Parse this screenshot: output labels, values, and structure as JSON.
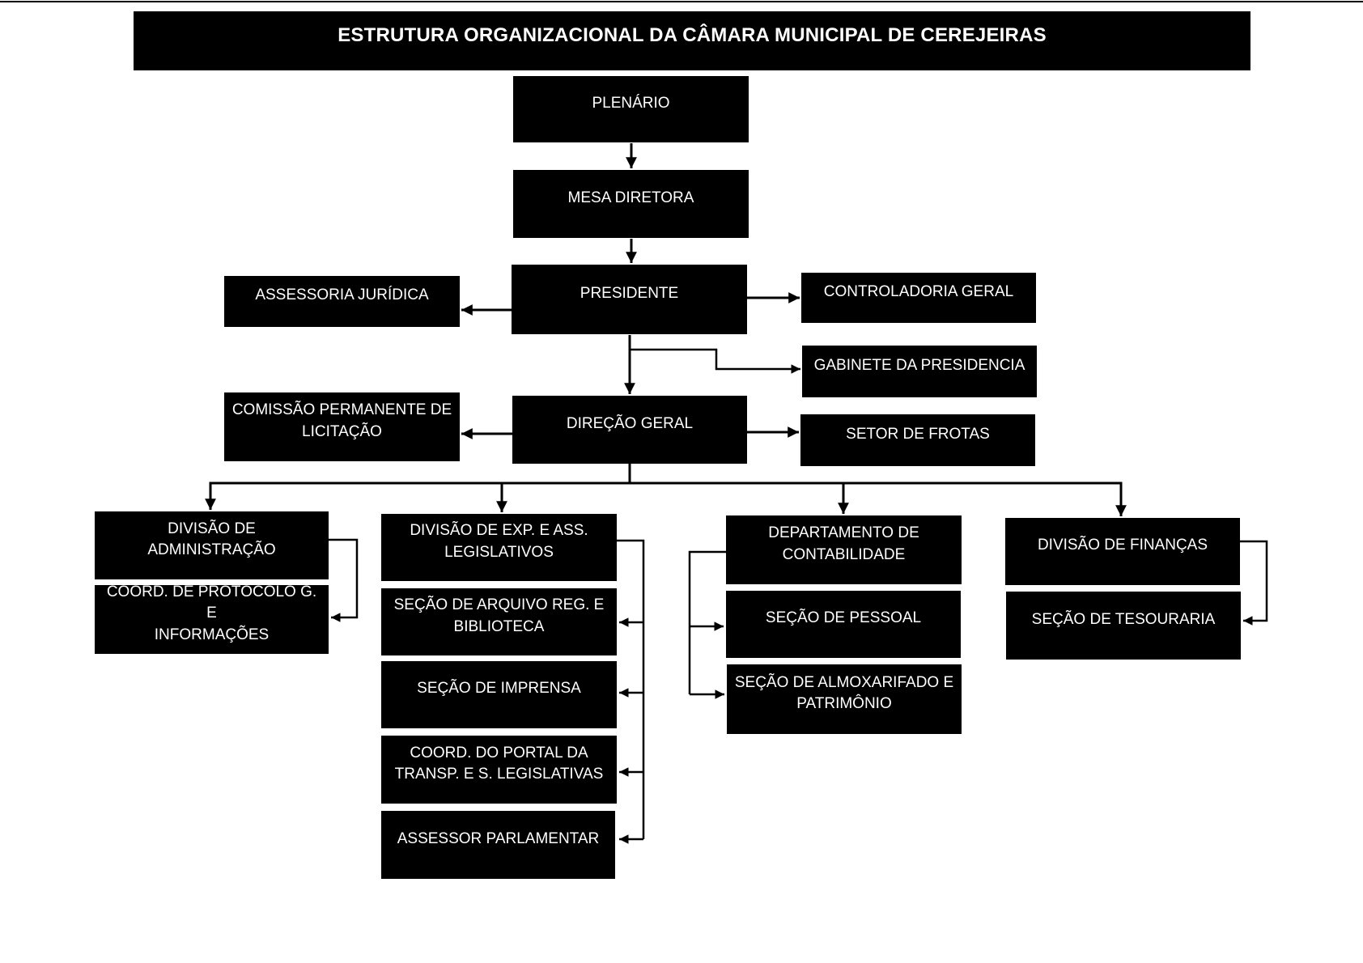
{
  "title": {
    "text": "ESTRUTURA ORGANIZACIONAL DA CÂMARA MUNICIPAL DE CEREJEIRAS"
  },
  "colors": {
    "node_background": "#000000",
    "node_text": "#ffffff",
    "connector": "#000000",
    "page_background": "#ffffff"
  },
  "nodes": {
    "plenario": {
      "label": "PLENÁRIO"
    },
    "mesa_diretora": {
      "label": "MESA DIRETORA"
    },
    "presidente": {
      "label": "PRESIDENTE"
    },
    "assessoria_juridica": {
      "label": "ASSESSORIA JURÍDICA"
    },
    "controladoria_geral": {
      "label": "CONTROLADORIA GERAL"
    },
    "gabinete_presidencia": {
      "label": "GABINETE DA PRESIDENCIA"
    },
    "comissao_licitacao": {
      "label": "COMISSÃO PERMANENTE DE\nLICITAÇÃO"
    },
    "direcao_geral": {
      "label": "DIREÇÃO GERAL"
    },
    "setor_frotas": {
      "label": "SETOR DE FROTAS"
    },
    "divisao_administracao": {
      "label": "DIVISÃO DE\nADMINISTRAÇÃO"
    },
    "coord_protocolo": {
      "label": "COORD. DE PROTOCOLO G. E\nINFORMAÇÕES"
    },
    "divisao_exp_ass_legislativos": {
      "label": "DIVISÃO DE EXP. E ASS.\nLEGISLATIVOS"
    },
    "secao_arquivo_biblioteca": {
      "label": "SEÇÃO DE ARQUIVO REG. E\nBIBLIOTECA"
    },
    "secao_imprensa": {
      "label": "SEÇÃO DE IMPRENSA"
    },
    "coord_portal": {
      "label": "COORD. DO PORTAL DA\nTRANSP. E S. LEGISLATIVAS"
    },
    "assessor_parlamentar": {
      "label": "ASSESSOR PARLAMENTAR"
    },
    "departamento_contabilidade": {
      "label": "DEPARTAMENTO DE\nCONTABILIDADE"
    },
    "secao_pessoal": {
      "label": "SEÇÃO DE PESSOAL"
    },
    "secao_almoxarifado": {
      "label": "SEÇÃO DE ALMOXARIFADO E\nPATRIMÔNIO"
    },
    "divisao_financas": {
      "label": "DIVISÃO DE FINANÇAS"
    },
    "secao_tesouraria": {
      "label": "SEÇÃO DE TESOURARIA"
    }
  }
}
